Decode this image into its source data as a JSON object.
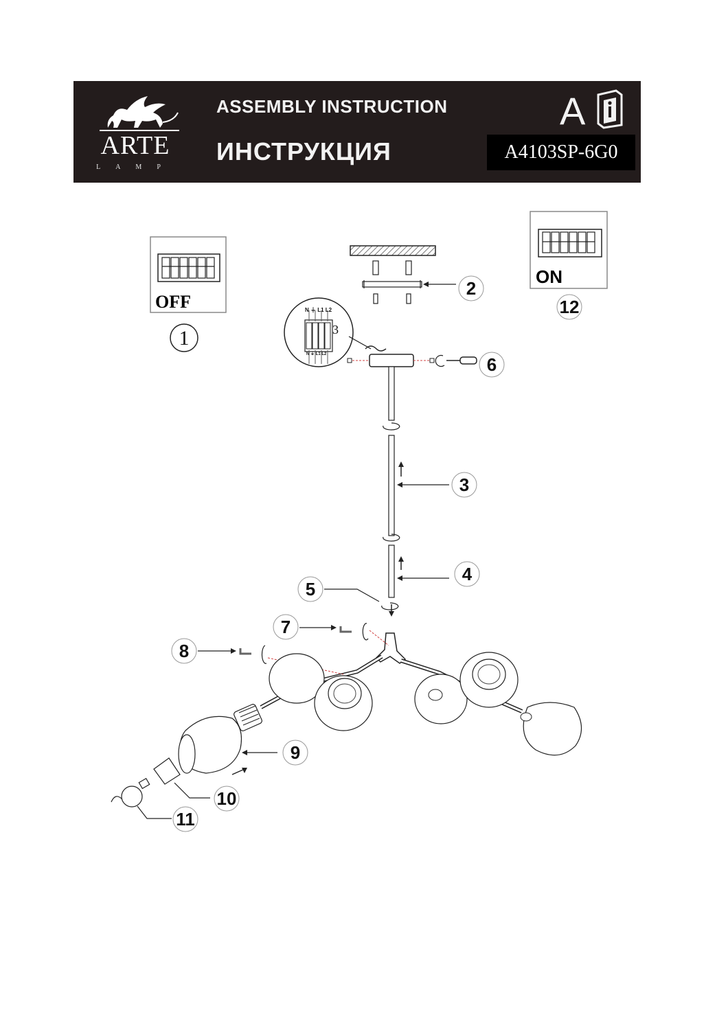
{
  "header": {
    "brand": "ARTE",
    "brand_sub": "LAMP",
    "title_en": "ASSEMBLY INSTRUCTION",
    "title_ru": "ИНСТРУКЦИЯ",
    "energy_class": "A",
    "manual_icon": "manual-info-icon",
    "model": "A4103SP-6G0",
    "colors": {
      "background": "#231c1c",
      "text": "#f2f2f2",
      "model_box": "#000000"
    }
  },
  "switches": {
    "off_label": "OFF",
    "on_label": "ON"
  },
  "terminal": {
    "top_labels": "N ⏚ L1 L2",
    "bottom_labels": "N ⏚ L1 L2",
    "callout": "3"
  },
  "steps": {
    "s1": "1",
    "s2": "2",
    "s3": "3",
    "s4": "4",
    "s5": "5",
    "s6": "6",
    "s7": "7",
    "s8": "8",
    "s9": "9",
    "s10": "10",
    "s11": "11",
    "s12": "12"
  }
}
